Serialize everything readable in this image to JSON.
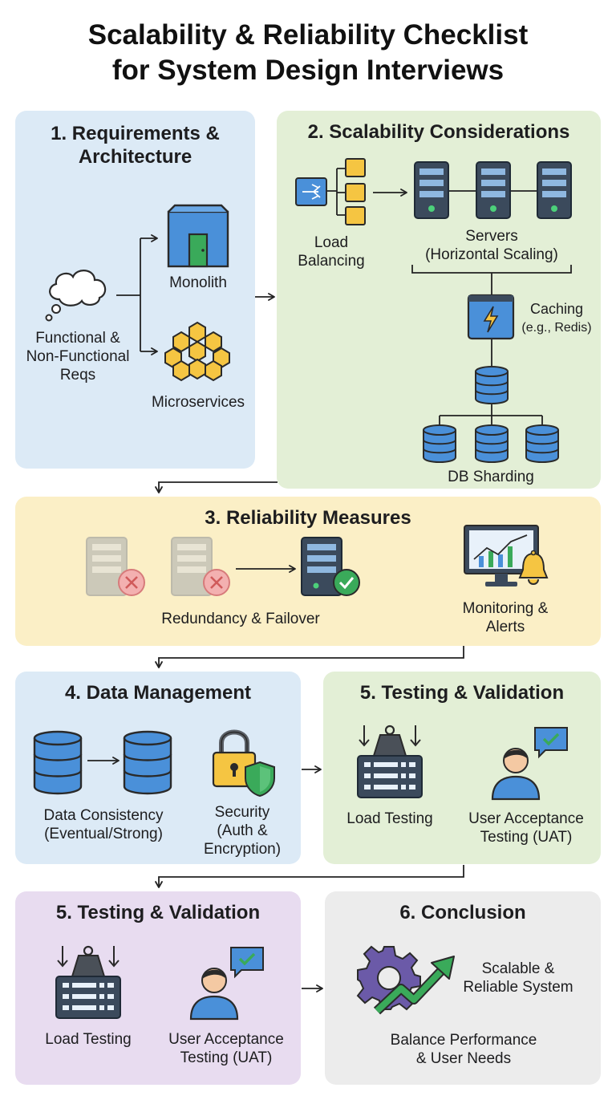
{
  "title": {
    "line1": "Scalability & Reliability Checklist",
    "line2": "for System Design Interviews"
  },
  "sections": {
    "s1": {
      "title_line1": "1. Requirements &",
      "title_line2": "Architecture",
      "reqs": [
        "Functional &",
        "Non-Functional",
        "Reqs"
      ],
      "monolith": "Monolith",
      "microservices": "Microservices"
    },
    "s2": {
      "title": "2. Scalability Considerations",
      "load_balancing": [
        "Load",
        "Balancing"
      ],
      "servers": [
        "Servers",
        "(Horizontal Scaling)"
      ],
      "caching": [
        "Caching",
        "(e.g., Redis)"
      ],
      "db_sharding": "DB Sharding"
    },
    "s3": {
      "title": "3. Reliability Measures",
      "redundancy": "Redundancy & Failover",
      "monitoring": [
        "Monitoring &",
        "Alerts"
      ]
    },
    "s4": {
      "title": "4. Data Management",
      "consistency": [
        "Data Consistency",
        "(Eventual/Strong)"
      ],
      "security": [
        "Security",
        "(Auth &",
        "Encryption)"
      ]
    },
    "s5a": {
      "title": "5. Testing & Validation",
      "load_testing": "Load Testing",
      "uat": [
        "User Acceptance",
        "Testing (UAT)"
      ]
    },
    "s5b": {
      "title": "5. Testing & Validation",
      "load_testing": "Load Testing",
      "uat": [
        "User Acceptance",
        "Testing (UAT)"
      ]
    },
    "s6": {
      "title": "6. Conclusion",
      "result": [
        "Scalable &",
        "Reliable System"
      ],
      "balance": [
        "Balance Performance",
        "& User Needs"
      ]
    }
  },
  "colors": {
    "blue_panel": "#dceaf6",
    "green_panel": "#e3efd6",
    "yellow_panel": "#fbefc6",
    "purple_panel": "#e8dcf0",
    "gray_panel": "#ececec",
    "icon_blue": "#4a90d9",
    "icon_dark": "#3b4a5c",
    "icon_yellow": "#f5c542",
    "icon_green": "#3aaa5a"
  },
  "icons": [
    "thought-cloud-icon",
    "monolith-icon",
    "microservices-icon",
    "load-balancer-icon",
    "server-icon",
    "cache-icon",
    "database-icon",
    "failed-server-icon",
    "healthy-server-icon",
    "monitor-icon",
    "bell-icon",
    "lock-icon",
    "shield-icon",
    "load-test-icon",
    "user-icon",
    "chat-check-icon",
    "gear-icon",
    "trend-arrow-icon"
  ]
}
